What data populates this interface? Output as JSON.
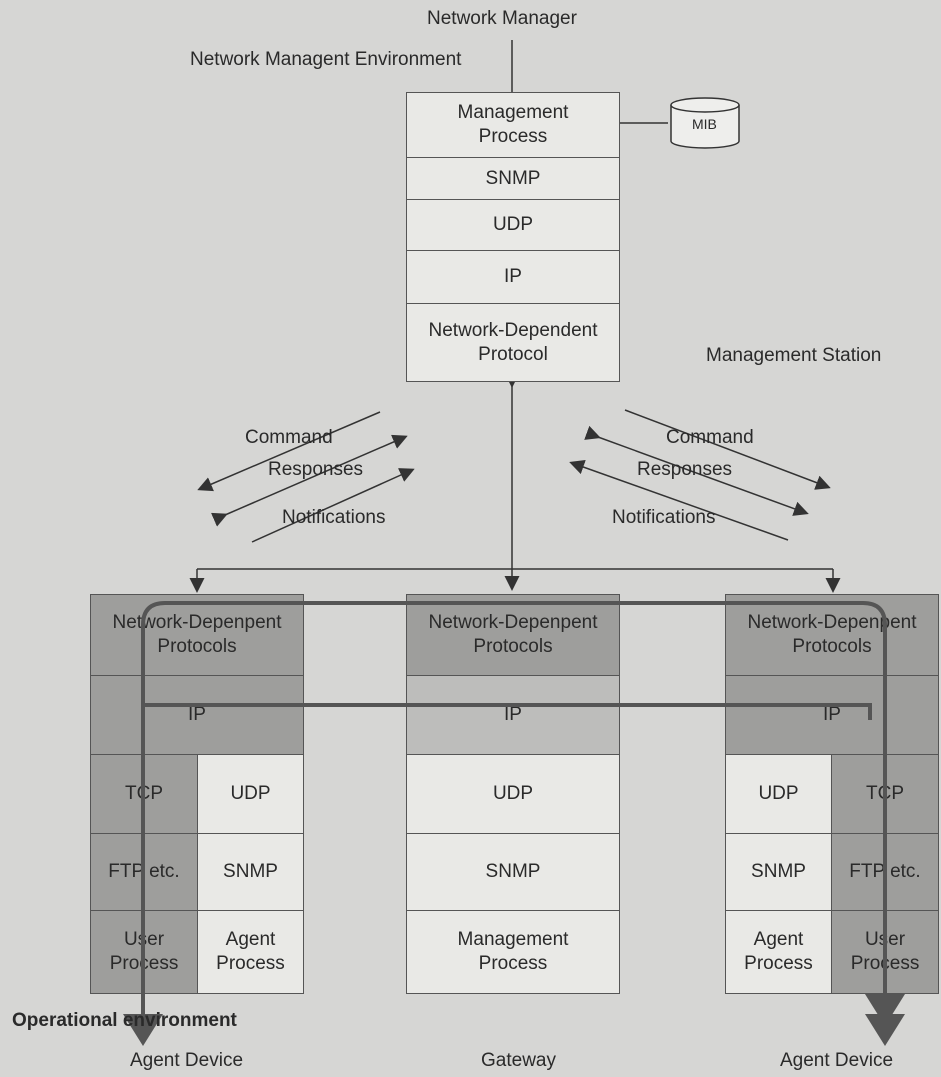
{
  "top": {
    "network_manager": "Network Manager",
    "environment": "Network Managent Environment",
    "station": "Management Station"
  },
  "station_stack": [
    "Management Process",
    "SNMP",
    "UDP",
    "IP",
    "Network-Dependent Protocol"
  ],
  "mib": "MIB",
  "left_messages": {
    "command": "Command",
    "responses": "Responses",
    "notifications": "Notifications"
  },
  "right_messages": {
    "command": "Command",
    "responses": "Responses",
    "notifications": "Notifications"
  },
  "left_device": {
    "ndp": "Network-Depenpent Protocols",
    "ip": "IP",
    "tcp": "TCP",
    "udp": "UDP",
    "ftp": "FTP etc.",
    "snmp": "SNMP",
    "user": "User Process",
    "agent": "Agent Process"
  },
  "gateway": {
    "ndp": "Network-Depenpent Protocols",
    "ip": "IP",
    "udp": "UDP",
    "snmp": "SNMP",
    "mgmt": "Management Process"
  },
  "right_device": {
    "ndp": "Network-Depenpent Protocols",
    "ip": "IP",
    "udp": "UDP",
    "tcp": "TCP",
    "snmp": "SNMP",
    "ftp": "FTP etc.",
    "agent": "Agent Process",
    "user": "User Process"
  },
  "bottom": {
    "operational": "Operational environment",
    "agent_left": "Agent Device",
    "gateway": "Gateway",
    "agent_right": "Agent Device"
  }
}
